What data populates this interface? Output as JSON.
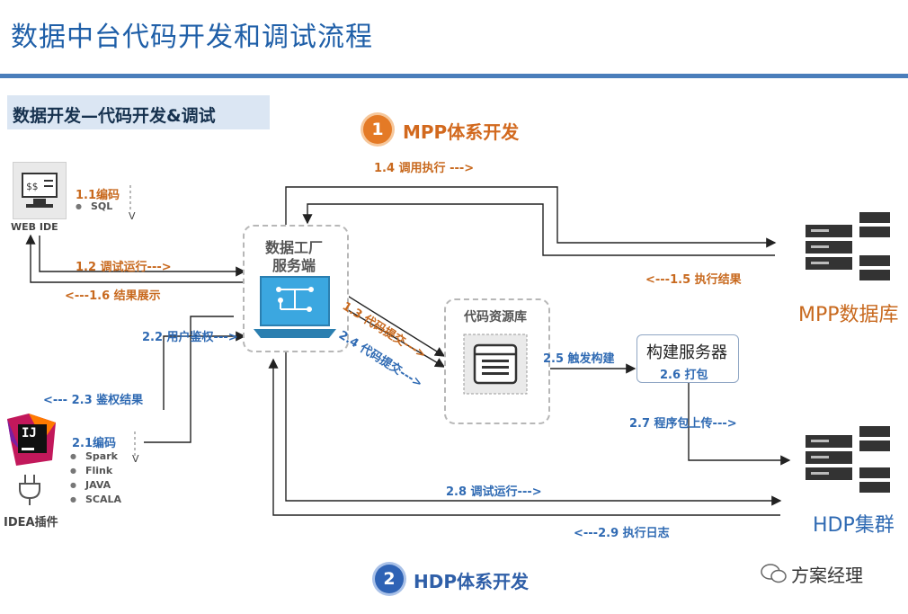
{
  "slide": {
    "title": "数据中台代码开发和调试流程"
  },
  "section": {
    "title": "数据开发—代码开发&调试"
  },
  "mpp": {
    "badge": "1",
    "heading": "MPP体系开发",
    "target_label": "MPP数据库"
  },
  "hdp": {
    "badge": "2",
    "heading": "HDP体系开发",
    "target_label": "HDP集群"
  },
  "nodes": {
    "web_ide": "WEB IDE",
    "idea_plugin": "IDEA插件",
    "idea_logo": "IJ",
    "factory_line1": "数据工厂",
    "factory_line2": "服务端",
    "repo": "代码资源库",
    "build_server": "构建服务器"
  },
  "steps": {
    "s1_1": "1.1编码",
    "s1_1_arrow": "V",
    "s1_1_item": "SQL",
    "s1_2": "1.2 调试运行--->",
    "s1_3": "1.3 代码提交--->",
    "s1_4": "1.4 调用执行 --->",
    "s1_5": "<---1.5 执行结果",
    "s1_6": "<---1.6 结果展示",
    "s2_1": "2.1编码",
    "s2_1_arrow": "V",
    "s2_1_items": [
      "Spark",
      "Flink",
      "JAVA",
      "SCALA"
    ],
    "s2_2": "2.2 用户鉴权--->",
    "s2_3": "<--- 2.3 鉴权结果",
    "s2_4": "2.4 代码提交--->",
    "s2_5": "2.5 触发构建",
    "s2_6": "2.6 打包",
    "s2_7": "2.7 程序包上传--->",
    "s2_8": "2.8 调试运行--->",
    "s2_9": "<---2.9 执行日志"
  },
  "watermark": "方案经理"
}
